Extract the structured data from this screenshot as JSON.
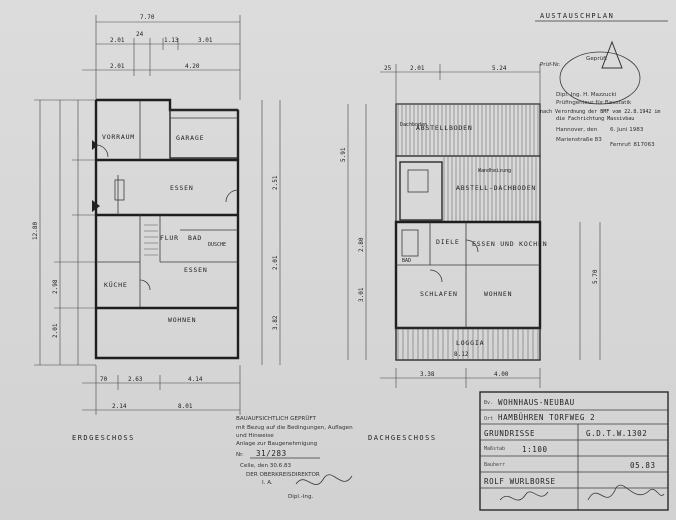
{
  "sheet": {
    "title": "AUSTAUSCHPLAN"
  },
  "ground_floor": {
    "label": "ERDGESCHOSS",
    "rooms": {
      "vorraum": "VORRAUM",
      "garage": "GARAGE",
      "essen_upper": "ESSEN",
      "flur": "FLUR",
      "bad": "BAD",
      "dusche": "DUSCHE",
      "kueche": "KÜCHE",
      "essen_lower": "ESSEN",
      "wohnen": "WOHNEN"
    },
    "dims": {
      "top1": "7.70",
      "top2a": "2.01",
      "top2b": "24",
      "top2c": "1.13",
      "top2d": "3.01",
      "top3a": "2.01",
      "top3b": "4.20",
      "left_total": "12.80",
      "left_a": "2.98",
      "left_b": "2.01",
      "bottom_a": "70",
      "bottom_b": "2.63",
      "bottom_c": "4.14",
      "bottom_d": "2.14",
      "bottom_total": "8.01",
      "right_a": "3.82",
      "right_b": "2.51",
      "right_c": "2.01"
    }
  },
  "attic_floor": {
    "label": "DACHGESCHOSS",
    "rooms": {
      "abstellboden": "ABSTELLBODEN",
      "abstell_dachboden": "ABSTELL-DACHBODEN",
      "diele": "DIELE",
      "essen_kochen": "ESSEN UND KOCHEN",
      "bad": "BAD",
      "schlafen": "SCHLAFEN",
      "wohnen": "WOHNEN",
      "loggia": "LOGGIA"
    },
    "notes": {
      "dachboden": "Dachboden",
      "wandheizung": "Wandheizung"
    },
    "dims": {
      "top_a": "25",
      "top_b": "2.01",
      "top_c": "5.24",
      "bottom_a": "3.38",
      "bottom_b": "4.00",
      "bottom_c": "8.12",
      "left_a": "5.91",
      "left_b": "2.80",
      "left_c": "3.01",
      "right_a": "5.70"
    }
  },
  "approval_stamp": {
    "line1": "Geprüft",
    "name": "Dipl.-Ing. H. Mazzucki",
    "role": "Prüfingenieur für Baustatik",
    "reg1": "nach Verordnung der BMF vom 22.8.1942 im",
    "reg2": "die Fachrichtung Massivbau",
    "city": "Hannover, den",
    "date": "6. Juni 1983",
    "street": "Marienstraße 83",
    "phone": "Fernruf: 817063",
    "checkno": "Prüf-Nr."
  },
  "building_authority": {
    "line1": "BAUAUFSICHTLICH GEPRÜFT",
    "line2": "mit Bezug auf die Bedingungen, Auflagen",
    "line3": "und Hinweise",
    "line4": "Anlage zur Baugenehmigung",
    "no_label": "Nr.",
    "no_value": "31/283",
    "place_date": "Celle, den 30.6.83",
    "office": "DER OBERKREISDIREKTOR",
    "office2": "I. A.",
    "signer": "Dipl.-Ing."
  },
  "title_block": {
    "project_prefix": "Bv.",
    "project": "WOHNHAUS-NEUBAU",
    "location_prefix": "Ort",
    "location": "HAMBÜHREN TORFWEG 2",
    "content": "GRUNDRISSE",
    "scale_label": "Maßstab",
    "scale": "1:100",
    "drawn_label": "Bauherr",
    "owner": "ROLF WURLBORSE",
    "plan_no": "G.D.T.W.1302",
    "date": "05.83"
  }
}
